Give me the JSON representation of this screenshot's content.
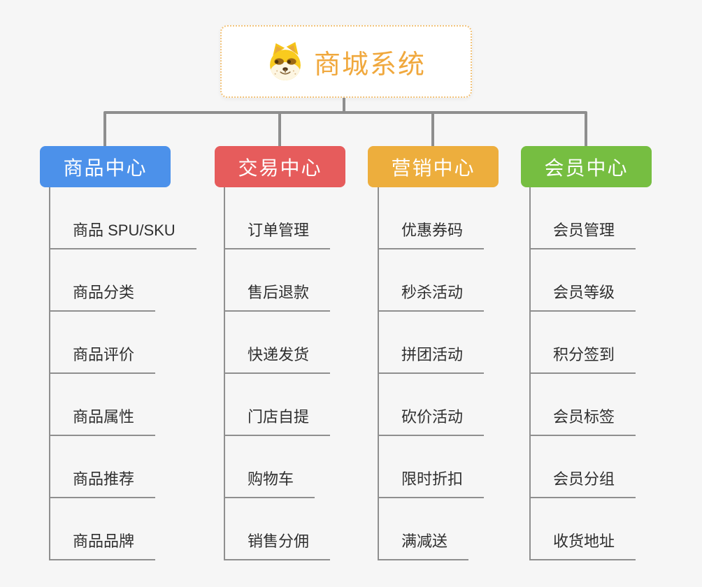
{
  "root": {
    "title": "商城系统",
    "icon": "dog-face-icon",
    "title_color": "#f0a83d",
    "border_color": "#f2c37a"
  },
  "colors": {
    "background": "#f6f6f6",
    "connector": "#8e8e8e",
    "underline": "#8f8f8f",
    "leaf_text": "#2f2f2f"
  },
  "branches": [
    {
      "label": "商品中心",
      "color": "#4c91ea",
      "items": [
        "商品 SPU/SKU",
        "商品分类",
        "商品评价",
        "商品属性",
        "商品推荐",
        "商品品牌"
      ]
    },
    {
      "label": "交易中心",
      "color": "#e65c5c",
      "items": [
        "订单管理",
        "售后退款",
        "快递发货",
        "门店自提",
        "购物车",
        "销售分佣"
      ]
    },
    {
      "label": "营销中心",
      "color": "#edae3d",
      "items": [
        "优惠券码",
        "秒杀活动",
        "拼团活动",
        "砍价活动",
        "限时折扣",
        "满减送"
      ]
    },
    {
      "label": "会员中心",
      "color": "#76be41",
      "items": [
        "会员管理",
        "会员等级",
        "积分签到",
        "会员标签",
        "会员分组",
        "收货地址"
      ]
    }
  ]
}
